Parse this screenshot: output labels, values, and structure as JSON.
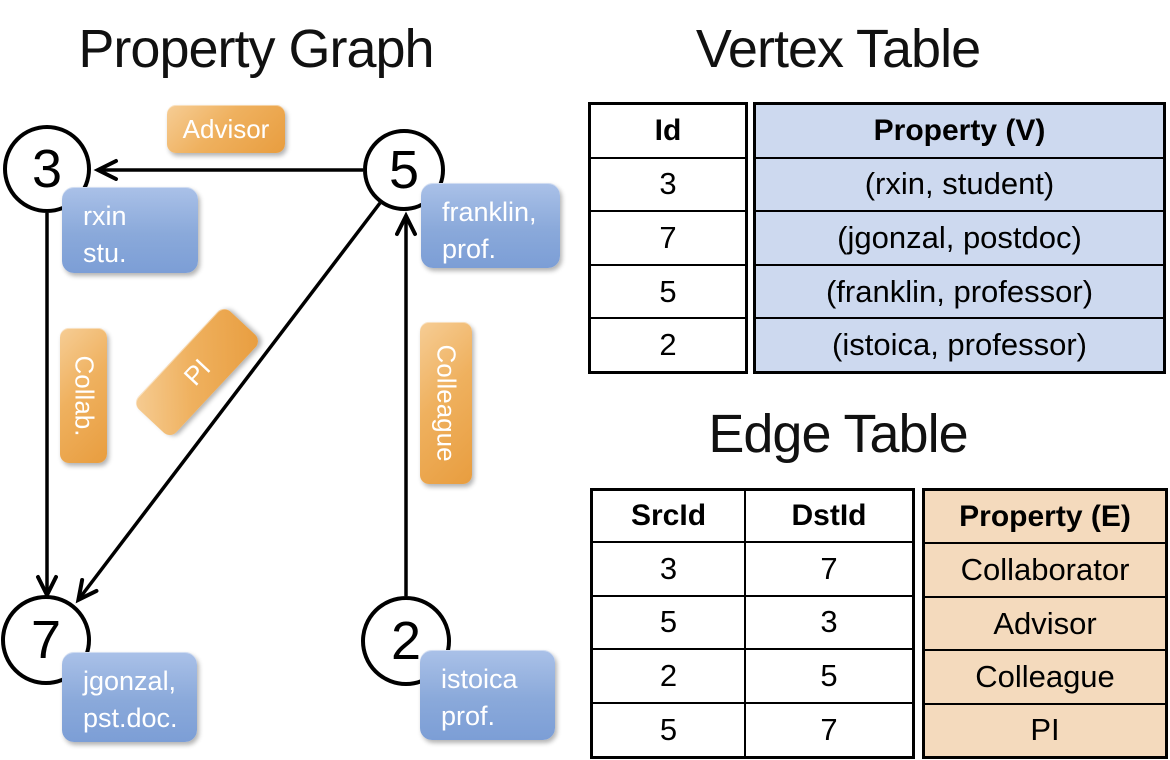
{
  "graph": {
    "title": "Property Graph",
    "nodes": [
      {
        "id": "3",
        "label_line1": "rxin",
        "label_line2": "stu."
      },
      {
        "id": "5",
        "label_line1": "franklin,",
        "label_line2": "prof."
      },
      {
        "id": "7",
        "label_line1": "jgonzal,",
        "label_line2": "pst.doc."
      },
      {
        "id": "2",
        "label_line1": "istoica",
        "label_line2": "prof."
      }
    ],
    "edge_labels": {
      "advisor": "Advisor",
      "collab": "Collab.",
      "pi": "PI",
      "colleague": "Colleague"
    }
  },
  "vertex_table": {
    "title": "Vertex Table",
    "columns": {
      "id": "Id",
      "property": "Property (V)"
    },
    "rows": [
      {
        "id": "3",
        "property": "(rxin, student)"
      },
      {
        "id": "7",
        "property": "(jgonzal, postdoc)"
      },
      {
        "id": "5",
        "property": "(franklin, professor)"
      },
      {
        "id": "2",
        "property": "(istoica, professor)"
      }
    ]
  },
  "edge_table": {
    "title": "Edge Table",
    "columns": {
      "src": "SrcId",
      "dst": "DstId",
      "property": "Property (E)"
    },
    "rows": [
      {
        "src": "3",
        "dst": "7",
        "property": "Collaborator"
      },
      {
        "src": "5",
        "dst": "3",
        "property": "Advisor"
      },
      {
        "src": "2",
        "dst": "5",
        "property": "Colleague"
      },
      {
        "src": "5",
        "dst": "7",
        "property": "PI"
      }
    ]
  },
  "colors": {
    "vertex_property_fill": "#cdd9ef",
    "edge_property_fill": "#f4dabd",
    "orange_label_top": "#f6cd95",
    "orange_label_bottom": "#e89d3f",
    "blue_box_top": "#aac1e8",
    "blue_box_bottom": "#7c9ed6"
  }
}
